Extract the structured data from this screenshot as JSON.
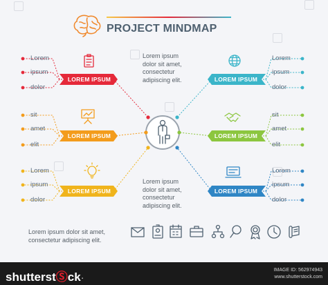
{
  "title": "PROJECT MINDMAP",
  "branches": [
    {
      "label": "LOREM IPSUM",
      "color": "#e5293a",
      "icon": "clipboard-checklist-icon",
      "items": [
        "Lorem",
        "ipsum",
        "dolor"
      ]
    },
    {
      "label": "LOREM IPSUM",
      "color": "#f39c1c",
      "icon": "presentation-board-icon",
      "items": [
        "sit",
        "amet",
        "elit"
      ]
    },
    {
      "label": "LOREM IPSUM",
      "color": "#f0b41c",
      "icon": "lightbulb-icon",
      "items": [
        "Lorem",
        "ipsum",
        "dolor"
      ]
    },
    {
      "label": "LOREM IPSUM",
      "color": "#3bb5c9",
      "icon": "globe-icon",
      "items": [
        "Lorem",
        "ipsum",
        "dolor"
      ]
    },
    {
      "label": "LOREM IPSUM",
      "color": "#8cc63f",
      "icon": "handshake-icon",
      "items": [
        "sit",
        "amet",
        "elit"
      ]
    },
    {
      "label": "LOREM IPSUM",
      "color": "#2f86c5",
      "icon": "laptop-icon",
      "items": [
        "Lorem",
        "ipsum",
        "dolor"
      ]
    }
  ],
  "center_icon": "businessman-icon",
  "center_text_top": "Lorem ipsum\ndolor sit amet,\nconsectetur\nadipiscing elit.",
  "center_text_bottom": "Lorem ipsum\ndolor sit amet,\nconsectetur\nadipiscing elit.",
  "bottom_caption": "Lorem ipsum dolor sit amet,\nconsectetur adipiscing elit.",
  "bottom_icons": [
    "envelope-icon",
    "id-badge-icon",
    "calendar-icon",
    "briefcase-icon",
    "hierarchy-icon",
    "magnifier-icon",
    "award-medal-icon",
    "clock-icon",
    "diploma-scroll-icon"
  ],
  "colors": {
    "title_rule_start": "#f7c948",
    "title_rule_end": "#3bb5c9",
    "brain": "#f08a2e",
    "center_ring": "#9aa3ad",
    "icon_stroke": "#4f6170",
    "footer_bg": "#1a1a1a",
    "brand_accent": "#e21d2a"
  },
  "footer": {
    "brand_part1": "shutter",
    "brand_part2": "st",
    "brand_mark": "Ⓢ",
    "brand_part3": "ck",
    "brand_dot": "·",
    "image_id": "IMAGE ID: 562974943",
    "url": "www.shutterstock.com"
  }
}
